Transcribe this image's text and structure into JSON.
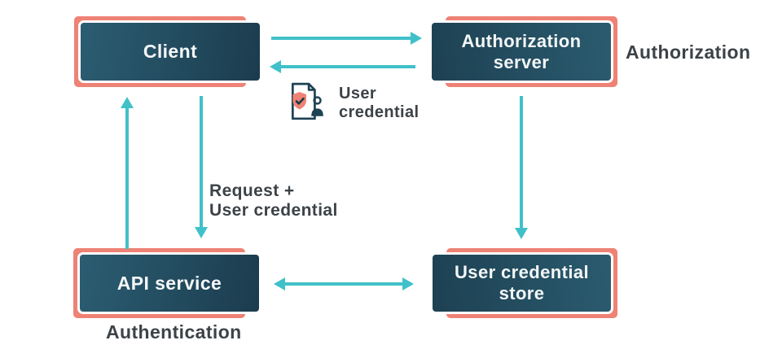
{
  "colors": {
    "accent_salmon": "#ee8275",
    "arrow_teal": "#40c1c9",
    "node_dark": "#1c3c4e",
    "node_light": "#2b5d72",
    "label_gray": "#3d4247",
    "node_text": "#f4f7f8",
    "background": "#ffffff"
  },
  "nodes": {
    "client": {
      "label": "Client"
    },
    "auth_server": {
      "line1": "Authorization",
      "line2": "server"
    },
    "api_service": {
      "label": "API service"
    },
    "credential_store": {
      "line1": "User credential",
      "line2": "store"
    }
  },
  "labels": {
    "authorization": "Authorization",
    "authentication": "Authentication",
    "user_credential": {
      "line1": "User",
      "line2": "credential"
    },
    "request": {
      "line1": "Request +",
      "line2": "User credential"
    }
  },
  "icons": {
    "user_credential_icon": "document-shield-user-icon"
  }
}
